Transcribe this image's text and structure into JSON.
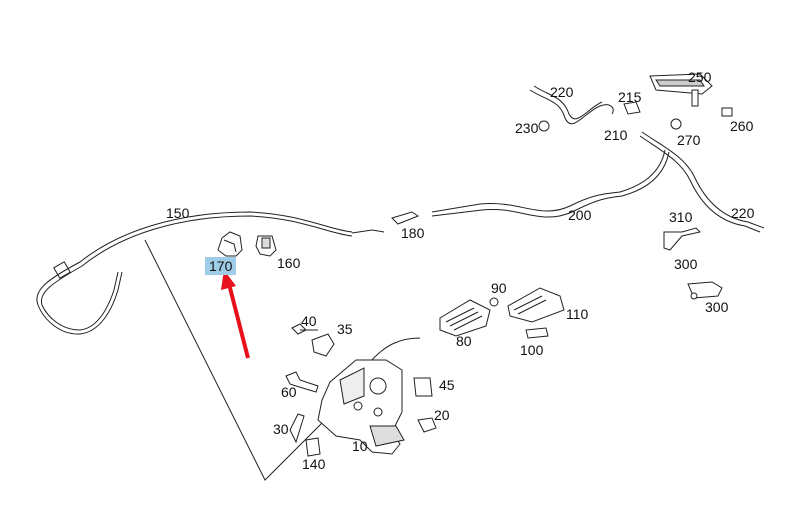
{
  "diagram": {
    "highlighted_part": "170",
    "parts": [
      {
        "id": "p10",
        "label": "10"
      },
      {
        "id": "p20",
        "label": "20"
      },
      {
        "id": "p30",
        "label": "30"
      },
      {
        "id": "p35",
        "label": "35"
      },
      {
        "id": "p40",
        "label": "40"
      },
      {
        "id": "p45",
        "label": "45"
      },
      {
        "id": "p60",
        "label": "60"
      },
      {
        "id": "p80",
        "label": "80"
      },
      {
        "id": "p90",
        "label": "90"
      },
      {
        "id": "p100",
        "label": "100"
      },
      {
        "id": "p110",
        "label": "110"
      },
      {
        "id": "p140",
        "label": "140"
      },
      {
        "id": "p150",
        "label": "150"
      },
      {
        "id": "p160",
        "label": "160"
      },
      {
        "id": "p170",
        "label": "170"
      },
      {
        "id": "p180",
        "label": "180"
      },
      {
        "id": "p200",
        "label": "200"
      },
      {
        "id": "p210",
        "label": "210"
      },
      {
        "id": "p215",
        "label": "215"
      },
      {
        "id": "p220a",
        "label": "220"
      },
      {
        "id": "p220b",
        "label": "220"
      },
      {
        "id": "p230",
        "label": "230"
      },
      {
        "id": "p250",
        "label": "250"
      },
      {
        "id": "p260",
        "label": "260"
      },
      {
        "id": "p270",
        "label": "270"
      },
      {
        "id": "p300a",
        "label": "300"
      },
      {
        "id": "p300b",
        "label": "300"
      },
      {
        "id": "p310",
        "label": "310"
      }
    ],
    "colors": {
      "highlight": "#9fcde8",
      "arrow": "#e8101a",
      "line": "#222222"
    }
  }
}
